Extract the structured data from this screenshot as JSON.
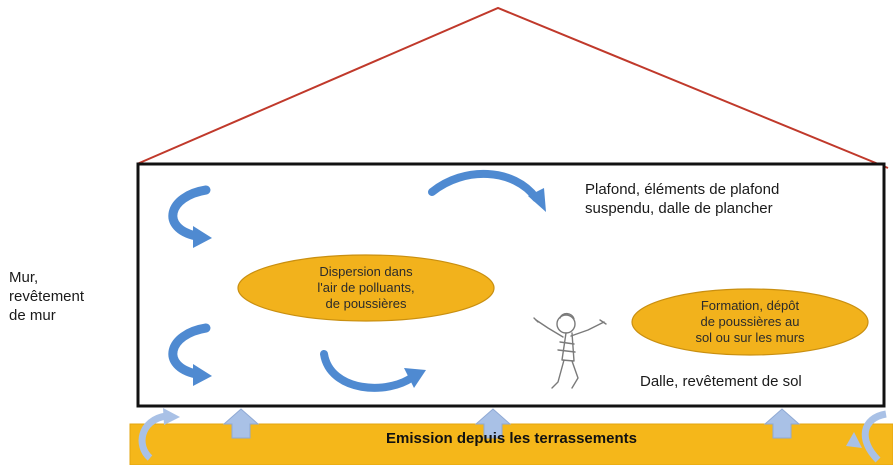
{
  "labels": {
    "wall": "Mur,\nrevêtement\nde mur",
    "ceiling": "Plafond, éléments de plafond\nsuspendu, dalle de plancher",
    "floor": "Dalle, revêtement de sol"
  },
  "ovals": {
    "dispersion": "Dispersion dans\nl'air de polluants,\nde poussières",
    "formation": "Formation, dépôt\nde poussières au\nsol ou sur les murs"
  },
  "ground": {
    "label": "Emission depuis les terrassements"
  },
  "colors": {
    "roof": "#c0392b",
    "frame": "#111111",
    "oval_fill": "#f2b21c",
    "oval_stroke": "#c98f10",
    "ground_fill": "#f5b71a",
    "arrow_blue": "#4f8ad1",
    "arrow_light": "#a9c1e6"
  }
}
